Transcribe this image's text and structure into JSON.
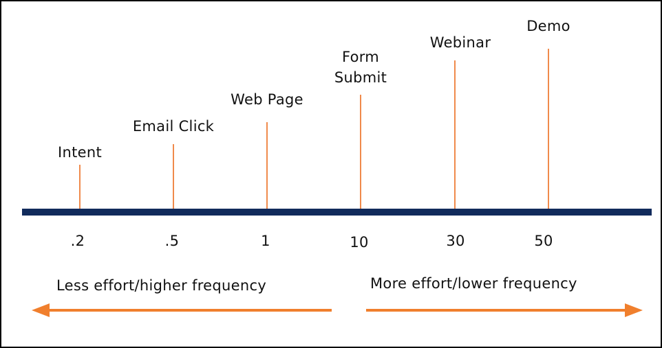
{
  "colors": {
    "axis": "#112b5c",
    "stem": "#f08a4b",
    "arrow": "#f07f2d",
    "text": "#111111"
  },
  "milestones": [
    {
      "label": "Intent",
      "value": ".2"
    },
    {
      "label": "Email Click",
      "value": ".5"
    },
    {
      "label": "Web Page",
      "value": "1"
    },
    {
      "label": "Form\nSubmit",
      "value": "10"
    },
    {
      "label": "Webinar",
      "value": "30"
    },
    {
      "label": "Demo",
      "value": "50"
    }
  ],
  "directions": {
    "left": "Less effort/higher frequency",
    "right": "More effort/lower frequency"
  }
}
